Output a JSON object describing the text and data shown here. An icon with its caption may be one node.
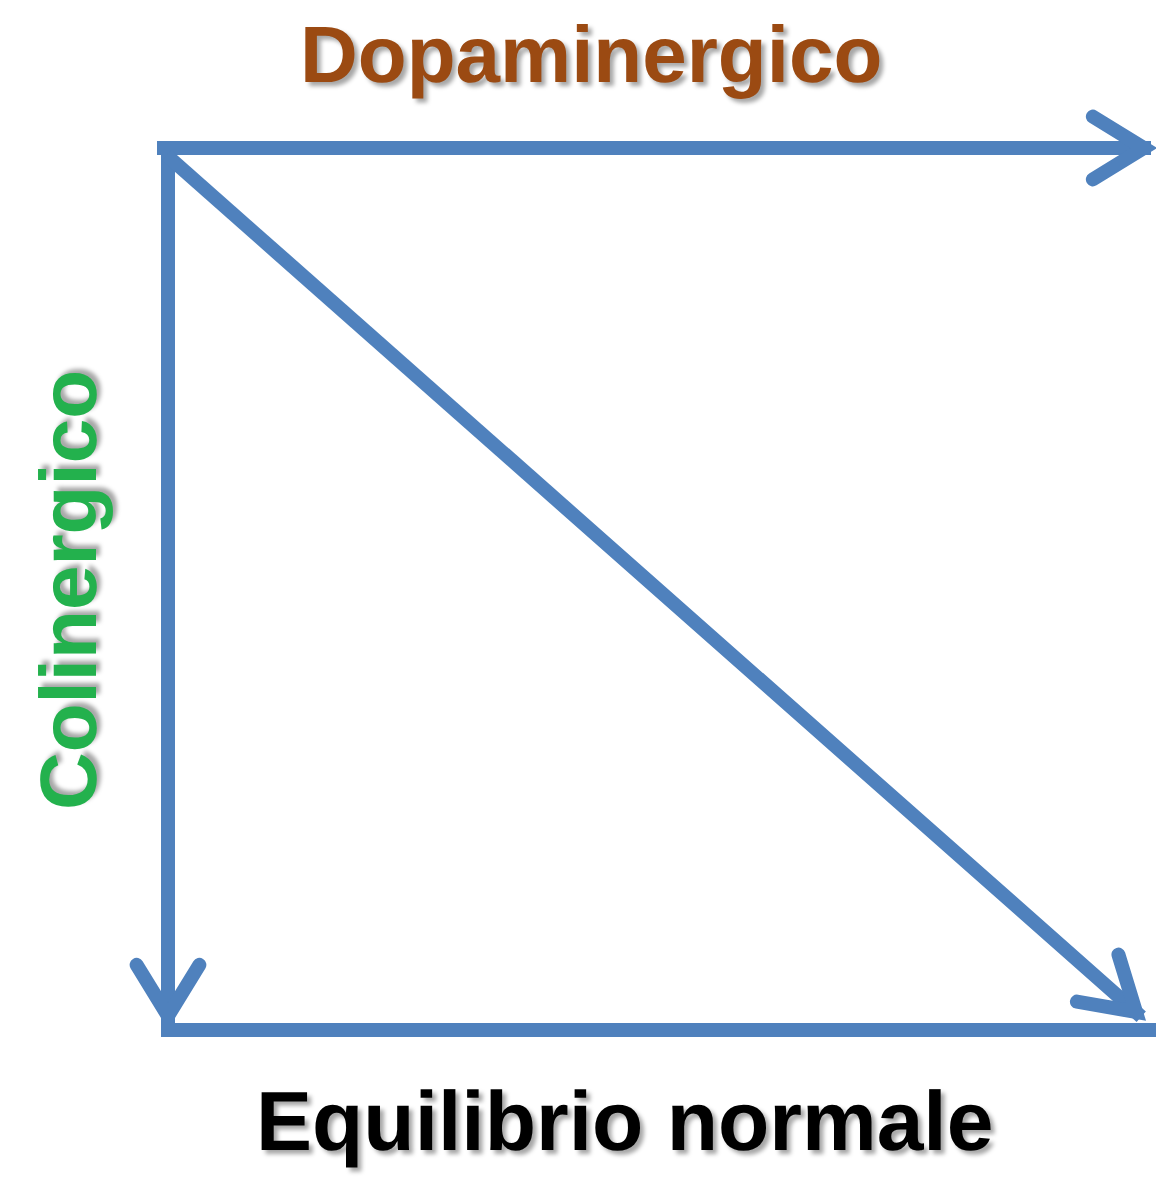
{
  "diagram": {
    "labels": [
      "Dopaminergico",
      "Colinergico",
      "Equilibrio normale"
    ]
  }
}
